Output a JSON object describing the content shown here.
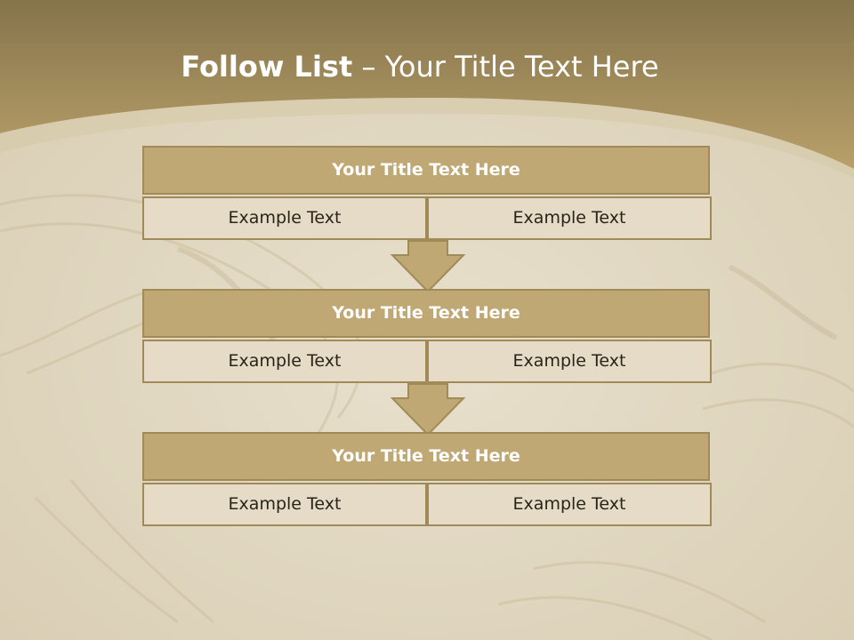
{
  "slide": {
    "title_bold": "Follow List",
    "title_sep": "–",
    "title_rest": "Your Title Text Here"
  },
  "blocks": [
    {
      "title": "Your Title Text Here",
      "left": "Example Text",
      "right": "Example Text"
    },
    {
      "title": "Your Title Text Here",
      "left": "Example Text",
      "right": "Example Text"
    },
    {
      "title": "Your Title Text Here",
      "left": "Example Text",
      "right": "Example Text"
    }
  ],
  "colors": {
    "header_dark": "#8a7a4f",
    "header_light": "#b9a06a",
    "block_title_fill": "#bfa873",
    "block_border": "#a08a57",
    "cell_fill": "#e6dbc6",
    "sand": "#e3dac6"
  }
}
